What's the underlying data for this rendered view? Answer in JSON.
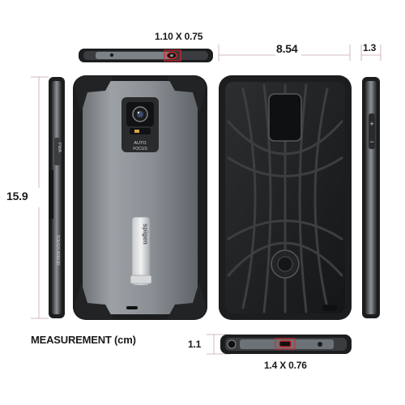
{
  "labels": {
    "top_port": "1.10 X 0.75",
    "width": "8.54",
    "thickness": "1.3",
    "height": "15.9",
    "bottom_thickness": "1.1",
    "bottom_port": "1.4 X 0.76",
    "measurement": "MEASUREMENT (cm)"
  },
  "product_marks": {
    "brand": "spigen",
    "camera_text_1": "AUTO",
    "camera_text_2": "FOCUS",
    "side_text_1": "TOUGH ARMOR",
    "side_text_2": "FWA"
  },
  "colors": {
    "shell_gray": "#8c9196",
    "bumper_black": "#1c1d1f",
    "accent_red": "#d8232a",
    "dimension_line": "#c9a5b4"
  }
}
